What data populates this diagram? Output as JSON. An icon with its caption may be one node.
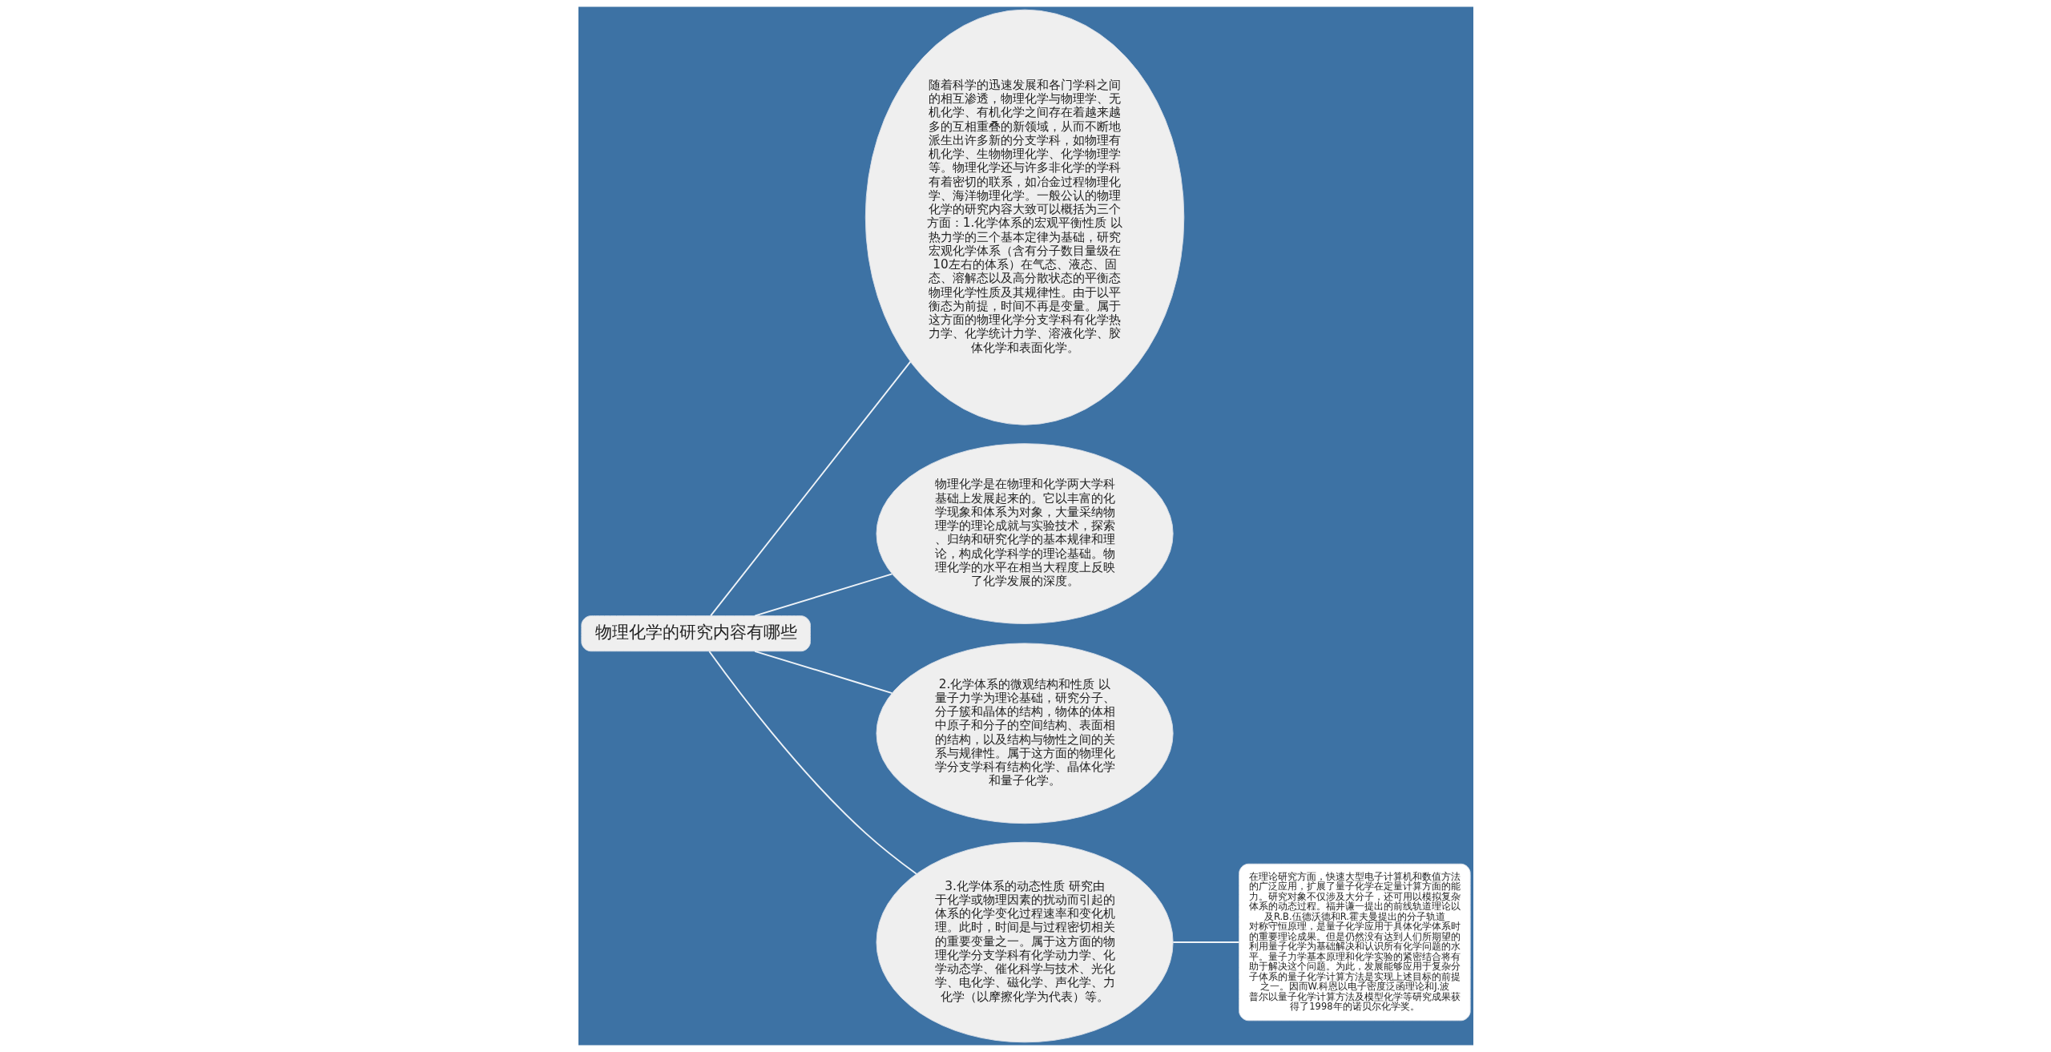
{
  "diagram": {
    "nodes": [
      {
        "text": [
          "物理化学的研究内容有哪些"
        ]
      },
      {
        "text": [
          "随着科学的迅速发展和各门学科之间的相互渗透，物理化学与物理学、无机化学、有机化学之间存在着越来越多的互相重叠的新领域，从而不断地派生出许多新的分支学科，如物理有机化学、生物物理化学、化学物理学等。物理化学还与许多非化学的学科有着密切的联系，如冶金过程物理化学、海洋物理化学。一般公认的物理化学的研究内容大致可以概括为三个方面：1.化学体系的宏观平衡性质 以热力学的三个基本定律为基础，研究宏观化学体系（含有分子数目量级在10左右的体系）在气态、液态、固态、溶解态以及高分散状态的平衡态物理化学性质及其规律性。由于以平衡态为前提，时间不再是变量。属于这方面的物理化学分支学科有化学热力学、化学统计力学、溶液化学、胶体化学和表面化学。"
        ]
      },
      {
        "text": [
          "物理化学是在物理和化学两大学科基础上发展起来的。它以丰富的化学现象和体系为对象，大量采纳物理学的理论成就与实验技术，探索、归纳和研究化学的基本规律和理论，构成化学科学的理论基础。物理化学的水平在相当大程度上反映了化学发展的深度。"
        ]
      },
      {
        "text": [
          "2.化学体系的微观结构和性质 以量子力学为理论基础，研究分子、分子簇和晶体的结构，物体的体相中原子和分子的空间结构、表面相的结构，以及结构与物性之间的关系与规律性。属于这方面的物理化学分支学科有结构化学、晶体化学和量子化学。"
        ]
      },
      {
        "text": [
          "3.化学体系的动态性质 研究由于化学或物理因素的扰动而引起的体系的化学变化过程速率和变化机理。此时，时间是与过程密切相关的重要变量之一。属于这方面的物理化学分支学科有化学动力学、化学动态学、催化科学与技术、光化学、电化学、磁化学、声化学、力化学（以摩擦化学为代表）等。"
        ]
      },
      {
        "text": [
          "在理论研究方面，快速大型电子计算机和数值方法的广泛应用，扩展了量子化学在定量计算方面的能力。研究对象不仅涉及大分子，还可用以模拟复杂体系的动态过程。福井谦一提出的前线轨道理论以及R.B.伍德沃德和R.霍夫曼提出的分子轨道对称守恒原理，是量子化学应用于具体化学体系时的重要理论成果。但是仍然没有达到人们所期望的利用量子化学为基础解决和认识所有化学问题的水平。量子力学基本原理和化学实验的紧密结合将有助于解决这个问题。为此，发展能够应用于复杂分子体系的量子化学计算方法是实现上述目标的前提之一。因而W.科恩以电子密度泛函理论和J.波普尔以量子化学计算方法及模型化学等研究成果获得了1998年的诺贝尔化学奖。"
        ]
      }
    ],
    "edges": [
      {
        "from": 0,
        "to": 1,
        "arrow": "none"
      },
      {
        "from": 0,
        "to": 2,
        "arrow": "none"
      },
      {
        "from": 0,
        "to": 3,
        "arrow": "none"
      },
      {
        "from": 0,
        "to": 4,
        "arrow": "none"
      },
      {
        "from": 4,
        "to": 5,
        "arrow": "none"
      }
    ]
  }
}
